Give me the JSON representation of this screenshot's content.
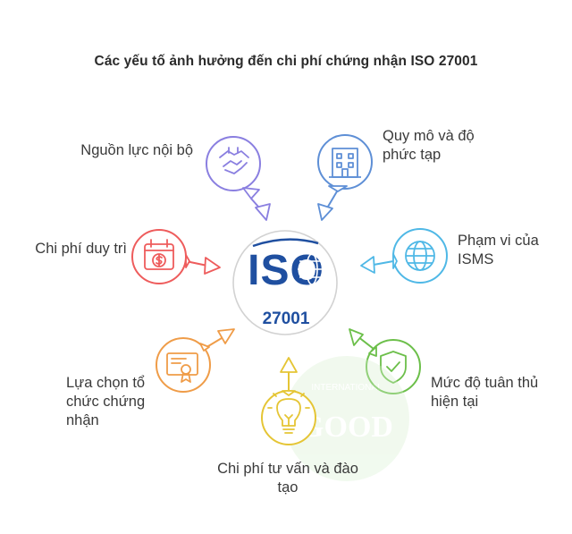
{
  "title": "Các yếu tố ảnh hưởng đến chi phí chứng nhận ISO 27001",
  "center": {
    "logo_text": "ISO",
    "standard": "27001"
  },
  "colors": {
    "purple": "#8a7fe0",
    "blue": "#5e8fd6",
    "cyan": "#4fb8e6",
    "green": "#6cbf4a",
    "yellow": "#e5c535",
    "orange": "#ef9c48",
    "red": "#ee5c5c",
    "iso_blue": "#1f4fa0"
  },
  "factors": [
    {
      "id": "internal-resources",
      "label": "Nguồn lực nội bộ",
      "icon": "handshake-icon",
      "color": "purple"
    },
    {
      "id": "scale-complexity",
      "label": "Quy mô và độ phức tạp",
      "icon": "building-icon",
      "color": "blue"
    },
    {
      "id": "isms-scope",
      "label": "Phạm vi của ISMS",
      "icon": "globe-icon",
      "color": "cyan"
    },
    {
      "id": "compliance-level",
      "label": "Mức độ tuân thủ hiện tại",
      "icon": "shield-check-icon",
      "color": "green"
    },
    {
      "id": "consulting-training",
      "label": "Chi phí tư vấn và đào tạo",
      "icon": "lightbulb-icon",
      "color": "yellow"
    },
    {
      "id": "certifier-choice",
      "label": "Lựa chọn tổ chức chứng nhận",
      "icon": "certificate-icon",
      "color": "orange"
    },
    {
      "id": "maintenance-cost",
      "label": "Chi phí duy trì",
      "icon": "calendar-dollar-icon",
      "color": "red"
    }
  ]
}
